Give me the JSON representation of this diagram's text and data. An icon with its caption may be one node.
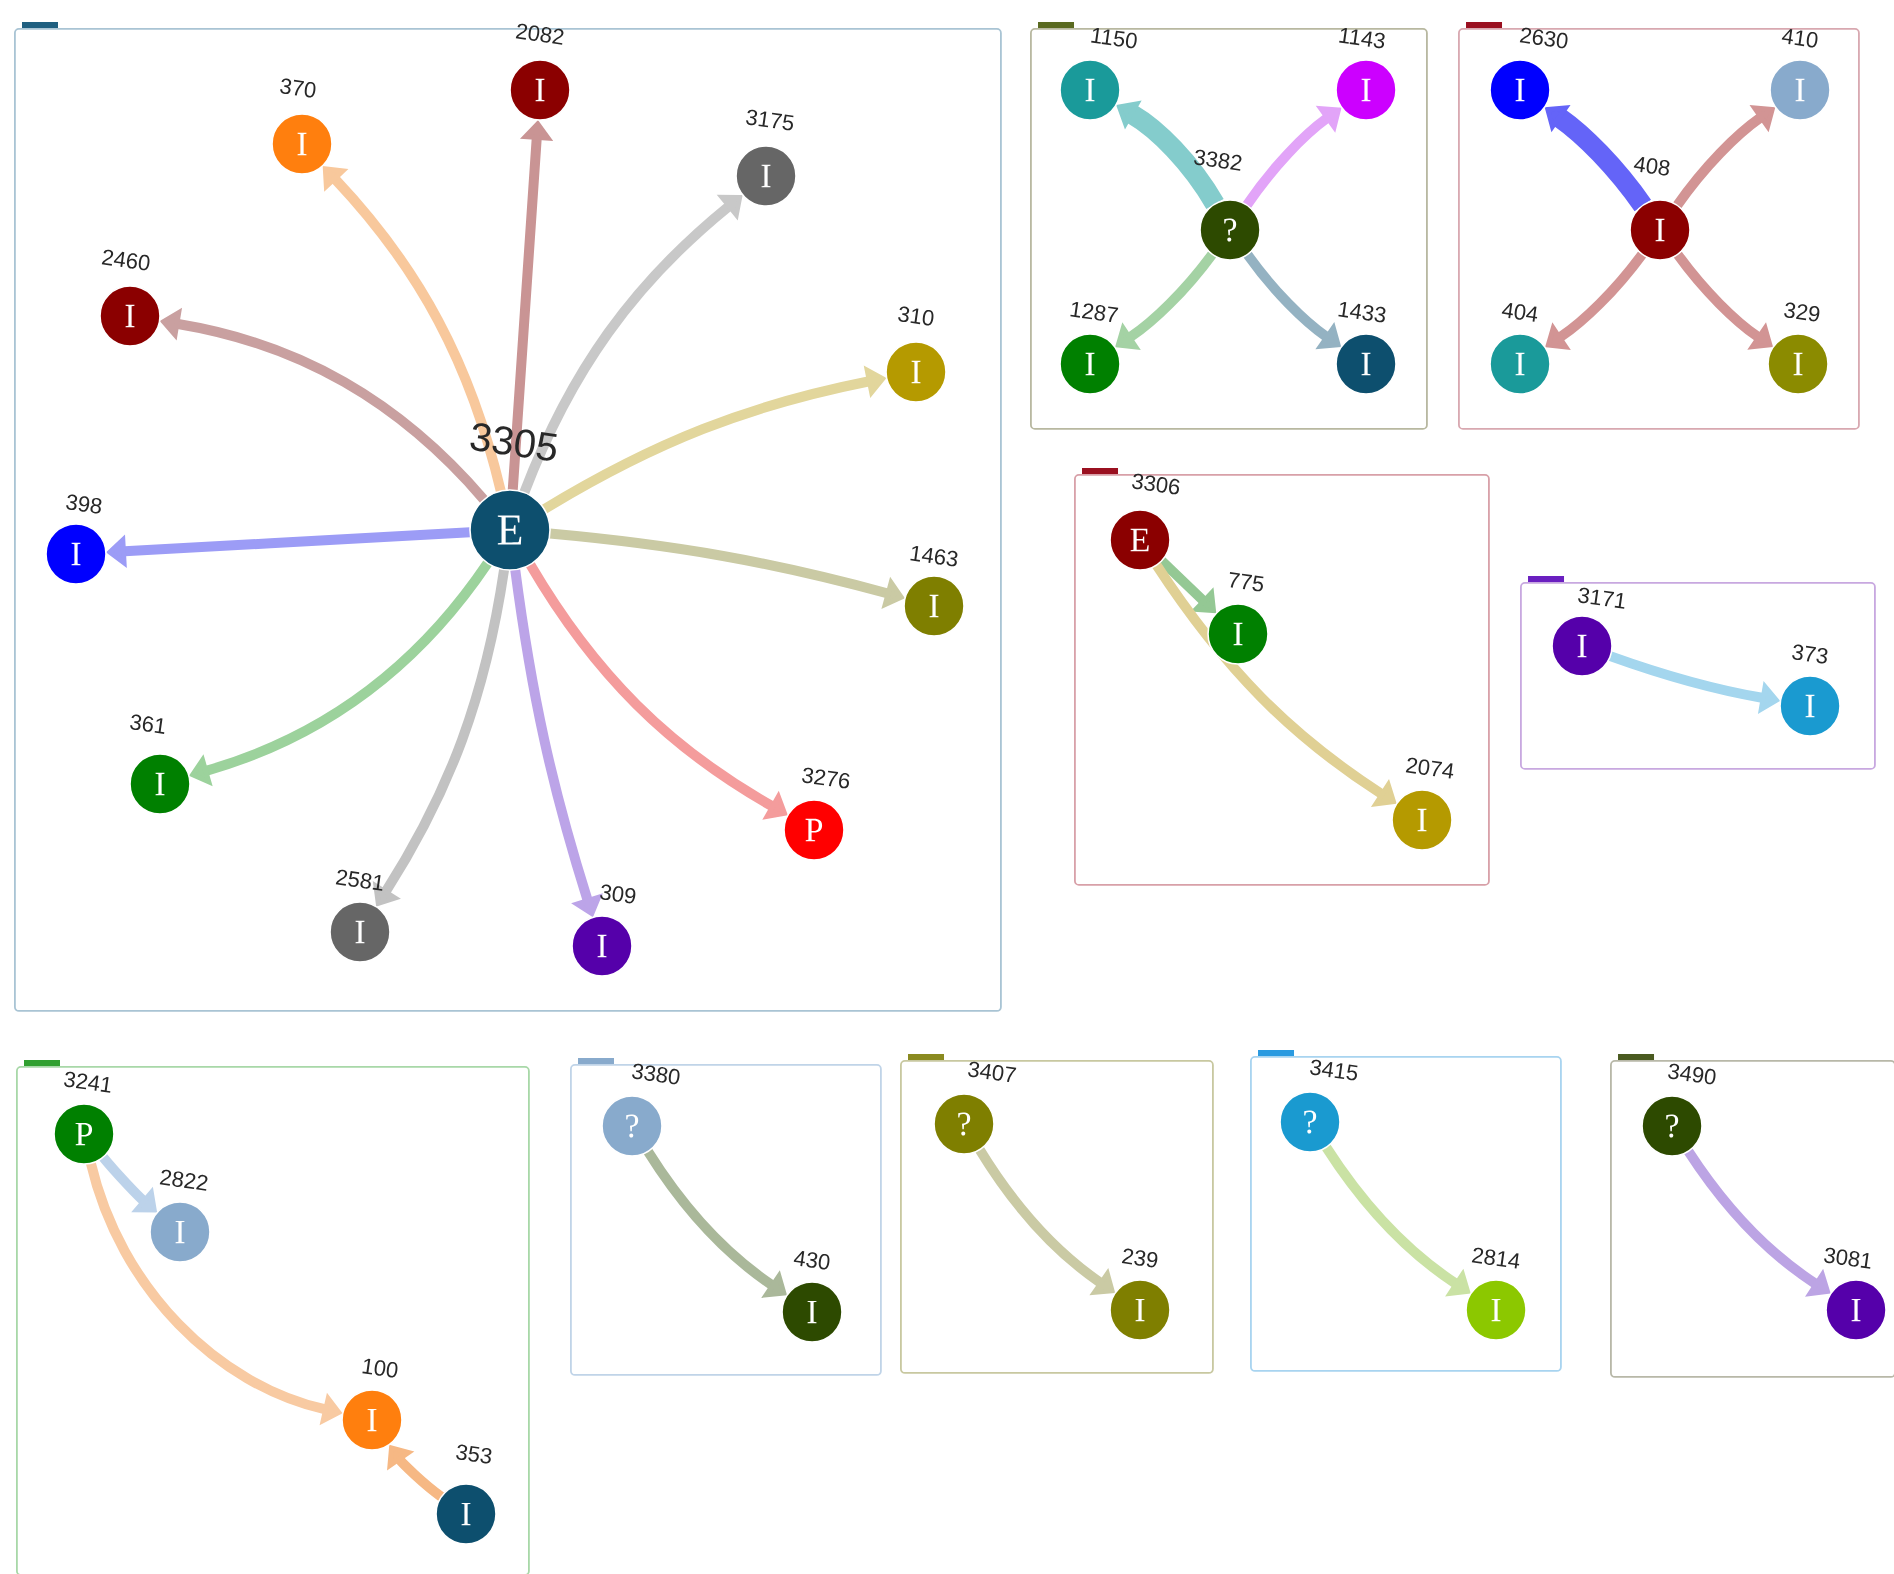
{
  "diagram": {
    "nodes": [
      {
        "text": [],
        "shape": "box"
      },
      {
        "text": [
          "E"
        ],
        "beside": [
          "3305"
        ],
        "in": 0
      },
      {
        "text": [
          "I"
        ],
        "beside": [
          "2460"
        ],
        "in": 0
      },
      {
        "text": [
          "I"
        ],
        "beside": [
          "370"
        ],
        "in": 0
      },
      {
        "text": [
          "I"
        ],
        "beside": [
          "2082"
        ],
        "in": 0
      },
      {
        "text": [
          "I"
        ],
        "beside": [
          "3175"
        ],
        "in": 0
      },
      {
        "text": [
          "I"
        ],
        "beside": [
          "310"
        ],
        "in": 0
      },
      {
        "text": [
          "I"
        ],
        "beside": [
          "398"
        ],
        "in": 0
      },
      {
        "text": [
          "I"
        ],
        "beside": [
          "1463"
        ],
        "in": 0
      },
      {
        "text": [
          "I"
        ],
        "beside": [
          "361"
        ],
        "in": 0
      },
      {
        "text": [
          "I"
        ],
        "beside": [
          "2581"
        ],
        "in": 0
      },
      {
        "text": [
          "I"
        ],
        "beside": [
          "309"
        ],
        "in": 0
      },
      {
        "text": [
          "P"
        ],
        "beside": [
          "3276"
        ],
        "in": 0
      },
      {
        "text": [],
        "shape": "box"
      },
      {
        "text": [
          "?"
        ],
        "beside": [
          "3382"
        ],
        "in": 13
      },
      {
        "text": [
          "I"
        ],
        "beside": [
          "1150"
        ],
        "in": 13
      },
      {
        "text": [
          "I"
        ],
        "beside": [
          "1143"
        ],
        "in": 13
      },
      {
        "text": [
          "I"
        ],
        "beside": [
          "1287"
        ],
        "in": 13
      },
      {
        "text": [
          "I"
        ],
        "beside": [
          "1433"
        ],
        "in": 13
      },
      {
        "text": [],
        "shape": "box"
      },
      {
        "text": [
          "I"
        ],
        "beside": [
          "408"
        ],
        "in": 19
      },
      {
        "text": [
          "I"
        ],
        "beside": [
          "2630"
        ],
        "in": 19
      },
      {
        "text": [
          "I"
        ],
        "beside": [
          "410"
        ],
        "in": 19
      },
      {
        "text": [
          "I"
        ],
        "beside": [
          "404"
        ],
        "in": 19
      },
      {
        "text": [
          "I"
        ],
        "beside": [
          "329"
        ],
        "in": 19
      },
      {
        "text": [],
        "shape": "box"
      },
      {
        "text": [
          "E"
        ],
        "beside": [
          "3306"
        ],
        "in": 25
      },
      {
        "text": [
          "I"
        ],
        "beside": [
          "775"
        ],
        "in": 25
      },
      {
        "text": [
          "I"
        ],
        "beside": [
          "2074"
        ],
        "in": 25
      },
      {
        "text": [],
        "shape": "box"
      },
      {
        "text": [
          "I"
        ],
        "beside": [
          "3171"
        ],
        "in": 29
      },
      {
        "text": [
          "I"
        ],
        "beside": [
          "373"
        ],
        "in": 29
      },
      {
        "text": [],
        "shape": "box"
      },
      {
        "text": [
          "P"
        ],
        "beside": [
          "3241"
        ],
        "in": 32
      },
      {
        "text": [
          "I"
        ],
        "beside": [
          "2822"
        ],
        "in": 32
      },
      {
        "text": [
          "I"
        ],
        "beside": [
          "100"
        ],
        "in": 32
      },
      {
        "text": [
          "I"
        ],
        "beside": [
          "353"
        ],
        "in": 32
      },
      {
        "text": [],
        "shape": "box"
      },
      {
        "text": [
          "?"
        ],
        "beside": [
          "3380"
        ],
        "in": 37
      },
      {
        "text": [
          "I"
        ],
        "beside": [
          "430"
        ],
        "in": 37
      },
      {
        "text": [],
        "shape": "box"
      },
      {
        "text": [
          "?"
        ],
        "beside": [
          "3407"
        ],
        "in": 40
      },
      {
        "text": [
          "I"
        ],
        "beside": [
          "239"
        ],
        "in": 40
      },
      {
        "text": [],
        "shape": "box"
      },
      {
        "text": [
          "?"
        ],
        "beside": [
          "3415"
        ],
        "in": 43
      },
      {
        "text": [
          "I"
        ],
        "beside": [
          "2814"
        ],
        "in": 43
      },
      {
        "text": [],
        "shape": "box"
      },
      {
        "text": [
          "?"
        ],
        "beside": [
          "3490"
        ],
        "in": 46
      },
      {
        "text": [
          "I"
        ],
        "beside": [
          "3081"
        ],
        "in": 46
      }
    ],
    "edges": [
      {
        "from": 1,
        "to": 2,
        "arrow": "to",
        "color": "#c9a0a0"
      },
      {
        "from": 1,
        "to": 3,
        "arrow": "to",
        "color": "#f8c89c"
      },
      {
        "from": 1,
        "to": 4,
        "arrow": "to",
        "color": "#c99494"
      },
      {
        "from": 1,
        "to": 5,
        "arrow": "to",
        "color": "#c8c8c8"
      },
      {
        "from": 1,
        "to": 6,
        "arrow": "to",
        "color": "#e2d69c"
      },
      {
        "from": 1,
        "to": 7,
        "arrow": "to",
        "color": "#9c9cf6"
      },
      {
        "from": 1,
        "to": 8,
        "arrow": "to",
        "color": "#cacaa4"
      },
      {
        "from": 1,
        "to": 9,
        "arrow": "to",
        "color": "#9cd29c"
      },
      {
        "from": 1,
        "to": 10,
        "arrow": "to",
        "color": "#c2c2c2"
      },
      {
        "from": 1,
        "to": 11,
        "arrow": "to",
        "color": "#bca4e8"
      },
      {
        "from": 1,
        "to": 12,
        "arrow": "to",
        "color": "#f49c9c"
      },
      {
        "from": 14,
        "to": 15,
        "arrow": "to",
        "color": "#84cccc",
        "style": "thick"
      },
      {
        "from": 14,
        "to": 16,
        "arrow": "to",
        "color": "#e2a4f8"
      },
      {
        "from": 14,
        "to": 17,
        "arrow": "to",
        "color": "#a4d2a4"
      },
      {
        "from": 14,
        "to": 18,
        "arrow": "to",
        "color": "#94b2c2"
      },
      {
        "from": 20,
        "to": 21,
        "arrow": "to",
        "color": "#6464f8",
        "style": "thick"
      },
      {
        "from": 20,
        "to": 22,
        "arrow": "to",
        "color": "#d29494"
      },
      {
        "from": 20,
        "to": 23,
        "arrow": "to",
        "color": "#d29494"
      },
      {
        "from": 20,
        "to": 24,
        "arrow": "to",
        "color": "#d29494"
      },
      {
        "from": 26,
        "to": 27,
        "arrow": "to",
        "color": "#94c894"
      },
      {
        "from": 26,
        "to": 28,
        "arrow": "to",
        "color": "#e0d094"
      },
      {
        "from": 30,
        "to": 31,
        "arrow": "to",
        "color": "#a4d6ee"
      },
      {
        "from": 33,
        "to": 34,
        "arrow": "to",
        "color": "#bcd2ea"
      },
      {
        "from": 33,
        "to": 35,
        "arrow": "to",
        "color": "#f8caa2"
      },
      {
        "from": 36,
        "to": 35,
        "arrow": "to",
        "color": "#f6b884"
      },
      {
        "from": 38,
        "to": 39,
        "arrow": "to",
        "color": "#aab89a"
      },
      {
        "from": 41,
        "to": 42,
        "arrow": "to",
        "color": "#cacaa4"
      },
      {
        "from": 44,
        "to": 45,
        "arrow": "to",
        "color": "#cae2a4"
      },
      {
        "from": 47,
        "to": 48,
        "arrow": "to",
        "color": "#bca4e4"
      }
    ]
  }
}
